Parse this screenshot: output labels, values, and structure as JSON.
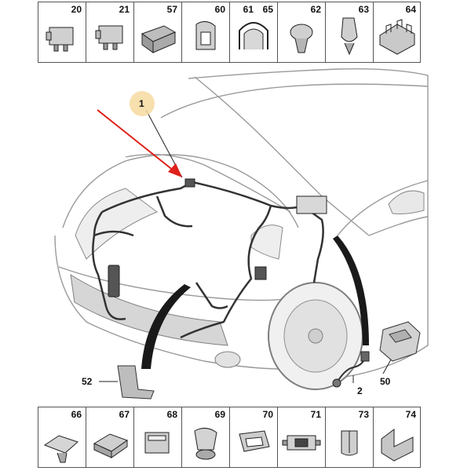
{
  "top_parts": [
    {
      "number": "20",
      "icon": "relay-icon"
    },
    {
      "number": "21",
      "icon": "relay-icon"
    },
    {
      "number": "57",
      "icon": "connector-icon"
    },
    {
      "number": "60",
      "icon": "clip-icon"
    },
    {
      "number": "61",
      "icon": "clip-icon"
    },
    {
      "number": "65",
      "icon": "clip-icon"
    },
    {
      "number": "62",
      "icon": "clip-icon"
    },
    {
      "number": "63",
      "icon": "clip-icon"
    },
    {
      "number": "64",
      "icon": "clip-icon"
    }
  ],
  "bottom_parts": [
    {
      "number": "66",
      "icon": "clip-icon"
    },
    {
      "number": "67",
      "icon": "clip-icon"
    },
    {
      "number": "68",
      "icon": "connector-icon"
    },
    {
      "number": "69",
      "icon": "clip-icon"
    },
    {
      "number": "70",
      "icon": "clip-icon"
    },
    {
      "number": "71",
      "icon": "fuse-icon"
    },
    {
      "number": "73",
      "icon": "clip-icon"
    },
    {
      "number": "74",
      "icon": "clip-icon"
    }
  ],
  "callouts": {
    "harness": "1",
    "bracket": "52",
    "sensor_lead": "2",
    "fuse_box": "50"
  },
  "colors": {
    "highlight_marker": "#f6d9a0",
    "pointer_arrow": "#e0201a",
    "harness": "#333333"
  }
}
